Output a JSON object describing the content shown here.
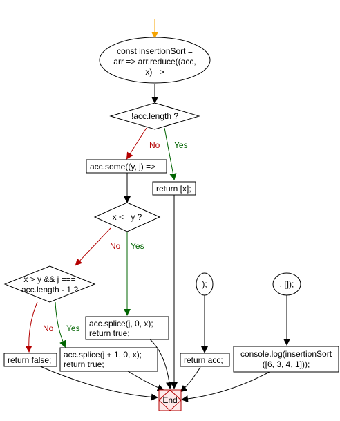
{
  "flowchart": {
    "start": {
      "line1": "const insertionSort =",
      "line2": "arr => arr.reduce((acc,",
      "line3": "x) =>"
    },
    "decision_empty": {
      "text": "!acc.length ?"
    },
    "labels": {
      "no": "No",
      "yes": "Yes"
    },
    "some_box": {
      "text": "acc.some((y, j) =>"
    },
    "return_x": {
      "text": "return [x];"
    },
    "decision_x_le_y": {
      "text": "x <= y ?"
    },
    "decision_last": {
      "line1": "x > y && j ===",
      "line2": "acc.length - 1 ?"
    },
    "splice_j": {
      "line1": "acc.splice(j, 0, x);",
      "line2": "return true;"
    },
    "return_false": {
      "text": "return false;"
    },
    "splice_j1": {
      "line1": "acc.splice(j + 1, 0, x);",
      "line2": "return true;"
    },
    "close_paren": {
      "text": ");"
    },
    "close_reduce": {
      "text": ", []);"
    },
    "return_acc": {
      "text": "return acc;"
    },
    "console_log": {
      "line1": "console.log(insertionSort",
      "line2": "([6, 3, 4, 1]));"
    },
    "end": {
      "text": "End"
    },
    "colors": {
      "start_arrow": "#f5a300",
      "no_arrow": "#b40000",
      "yes_arrow": "#006400",
      "end_border": "#b40000",
      "end_fill": "#fde8e8"
    }
  }
}
